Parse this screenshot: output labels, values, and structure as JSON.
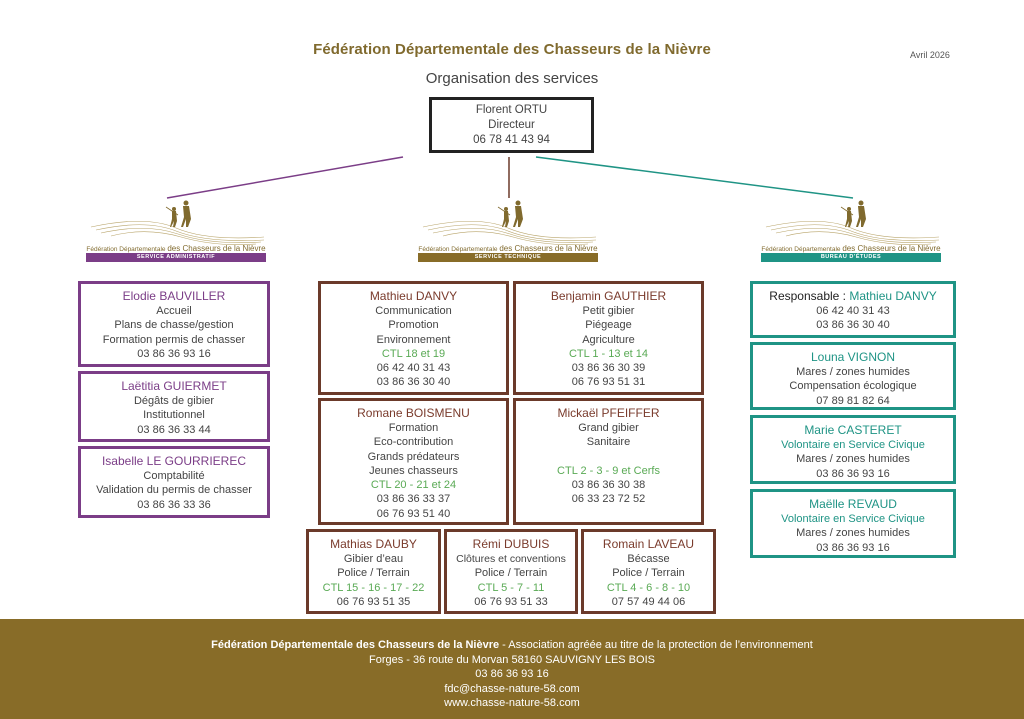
{
  "header": {
    "title": "Fédération Départementale des Chasseurs de la Nièvre",
    "subtitle": "Organisation des services",
    "date": "Avril 2026"
  },
  "director": {
    "name": "Florent ORTU",
    "role": "Directeur",
    "phone": "06 78 41 43 94"
  },
  "colors": {
    "brand": "#806a2e",
    "administratif": "#7b3d87",
    "technique": "#6b3a2a",
    "etudes": "#1f9485",
    "ctl": "#5aaa55",
    "footer_bg": "#886c28"
  },
  "services": {
    "logo_text_small": "Fédération Départementale",
    "logo_text_large": "des Chasseurs de la Nièvre",
    "administratif": {
      "band_label": "SERVICE ADMINISTRATIF",
      "people": [
        {
          "name": "Elodie BAUVILLER",
          "lines": [
            "Accueil",
            "Plans de chasse/gestion",
            "Formation permis de chasser"
          ],
          "phone": "03 86 36 93 16"
        },
        {
          "name": "Laëtitia GUIERMET",
          "lines": [
            "Dégâts de gibier",
            "Institutionnel"
          ],
          "phone": "03 86 36 33 44"
        },
        {
          "name": "Isabelle LE GOURRIEREC",
          "lines": [
            "Comptabilité",
            "Validation du permis de chasser"
          ],
          "phone": "03 86 36 33 36"
        }
      ]
    },
    "technique": {
      "band_label": "SERVICE TECHNIQUE",
      "people": [
        {
          "name": "Mathieu DANVY",
          "lines": [
            "Communication",
            "Promotion",
            "Environnement"
          ],
          "ctl": "CTL 18 et 19",
          "phones": [
            "06 42 40 31 43",
            "03 86 36 30 40"
          ]
        },
        {
          "name": "Benjamin GAUTHIER",
          "lines": [
            "Petit gibier",
            "Piégeage",
            "Agriculture"
          ],
          "ctl": "CTL 1 - 13 et 14",
          "phones": [
            "03 86 36 30 39",
            "06 76 93 51 31"
          ]
        },
        {
          "name": "Romane BOISMENU",
          "lines": [
            "Formation",
            "Eco-contribution",
            "Grands prédateurs",
            "Jeunes chasseurs"
          ],
          "ctl": "CTL 20 - 21 et 24",
          "phones": [
            "03 86 36 33 37",
            "06 76 93 51 40"
          ]
        },
        {
          "name": "Mickaël PFEIFFER",
          "lines": [
            "Grand gibier",
            "Sanitaire"
          ],
          "ctl": "CTL 2 - 3 - 9 et Cerfs",
          "phones": [
            "03 86 36 30 38",
            "06 33 23 72 52"
          ]
        },
        {
          "name": "Mathias DAUBY",
          "lines": [
            "Gibier d’eau",
            "Police / Terrain"
          ],
          "ctl": "CTL 15 - 16 - 17 - 22",
          "phones": [
            "06 76 93 51 35"
          ]
        },
        {
          "name": "Rémi DUBUIS",
          "lines": [
            "Clôtures et conventions",
            "Police / Terrain"
          ],
          "ctl": "CTL 5 - 7 - 11",
          "phones": [
            "06 76 93 51 33"
          ]
        },
        {
          "name": "Romain LAVEAU",
          "lines": [
            "Bécasse",
            "Police / Terrain"
          ],
          "ctl": "CTL 4 - 6 - 8 - 10",
          "phones": [
            "07 57 49 44 06"
          ]
        }
      ]
    },
    "etudes": {
      "band_label": "BUREAU D’ÉTUDES",
      "responsable": {
        "label": "Responsable : ",
        "name": "Mathieu DANVY",
        "phones": [
          "06 42 40 31 43",
          "03 86 36 30 40"
        ]
      },
      "people": [
        {
          "name": "Louna VIGNON",
          "lines": [
            "Mares / zones humides",
            "Compensation écologique"
          ],
          "phone": "07 89 81 82 64"
        },
        {
          "name": "Marie CASTERET",
          "status": "Volontaire en Service Civique",
          "lines": [
            "Mares / zones humides"
          ],
          "phone": "03 86 36 93 16"
        },
        {
          "name": "Maëlle REVAUD",
          "status": "Volontaire en Service Civique",
          "lines": [
            "Mares / zones humides"
          ],
          "phone": "03 86 36 93 16"
        }
      ]
    }
  },
  "footer": {
    "org_name": "Fédération Départementale des Chasseurs de la Nièvre",
    "org_desc": " - Association agréée au titre de la protection de l’environnement",
    "address": "Forges - 36 route du Morvan 58160 SAUVIGNY LES BOIS",
    "phone": "03 86 36 93 16",
    "email": "fdc@chasse-nature-58.com",
    "website": "www.chasse-nature-58.com"
  }
}
